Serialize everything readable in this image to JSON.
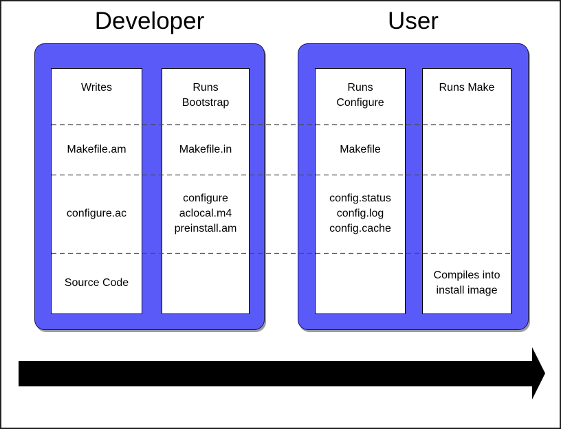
{
  "titles": {
    "developer": "Developer",
    "user": "User"
  },
  "developer": {
    "columns": [
      {
        "name": "developer-writes-column",
        "cells": [
          "Writes",
          "Makefile.am",
          "configure.ac",
          "Source Code"
        ]
      },
      {
        "name": "developer-bootstrap-column",
        "cells": [
          "Runs\nBootstrap",
          "Makefile.in",
          "configure\naclocal.m4\npreinstall.am",
          ""
        ]
      }
    ]
  },
  "user": {
    "columns": [
      {
        "name": "user-configure-column",
        "cells": [
          "Runs\nConfigure",
          "Makefile",
          "config.status\nconfig.log\nconfig.cache",
          ""
        ]
      },
      {
        "name": "user-make-column",
        "cells": [
          "Runs Make",
          "",
          "",
          "Compiles into\ninstall image"
        ]
      }
    ]
  },
  "icons": {
    "flow_arrow": "right-arrow"
  },
  "colors": {
    "panel_blue": "#5a5af8",
    "panel_border": "#17175a",
    "column_bg": "#ffffff",
    "column_border": "#000000",
    "dashed_line": "#4d4d4d",
    "arrow_black": "#000000",
    "shadow_gray": "#9c9c9c",
    "text": "#000000"
  }
}
